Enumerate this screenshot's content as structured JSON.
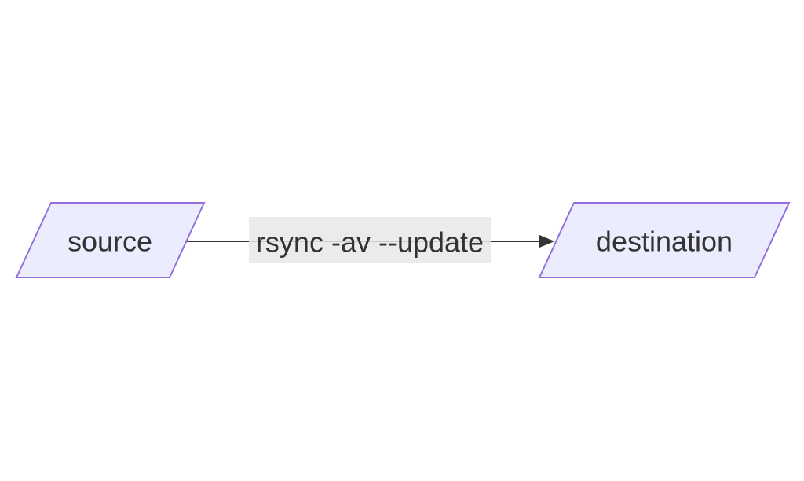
{
  "diagram": {
    "type": "flowchart",
    "direction": "LR",
    "nodes": [
      {
        "id": "source",
        "label": "source",
        "shape": "parallelogram"
      },
      {
        "id": "destination",
        "label": "destination",
        "shape": "parallelogram"
      }
    ],
    "edge": {
      "from": "source",
      "to": "destination",
      "label": "rsync -av --update",
      "arrowhead": "filled-triangle"
    },
    "colors": {
      "node_fill": "#ECECFF",
      "node_border": "#9370DB",
      "edge_line": "#333333",
      "edge_label_background": "#e8e8e8",
      "text": "#333333",
      "canvas_background": "#ffffff"
    }
  }
}
